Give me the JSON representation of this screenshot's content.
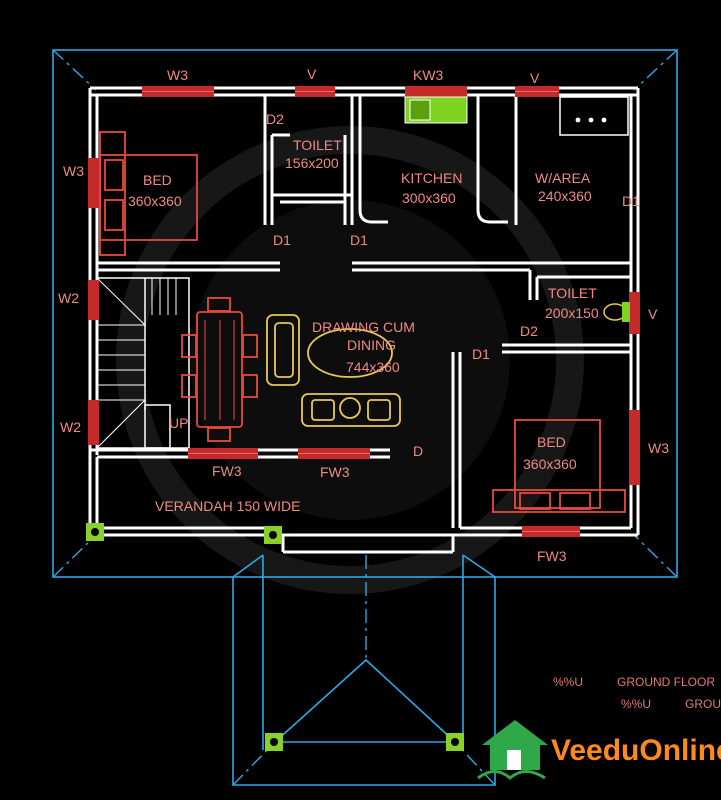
{
  "rooms": {
    "bed1": {
      "name": "BED",
      "size": "360x360"
    },
    "toilet1": {
      "name": "TOILET",
      "size": "156x200"
    },
    "kitchen": {
      "name": "KITCHEN",
      "size": "300x360"
    },
    "warea": {
      "name": "W/AREA",
      "size": "240x360"
    },
    "toilet2": {
      "name": "TOILET",
      "size": "200x150"
    },
    "drawing": {
      "line1": "DRAWING CUM",
      "line2": "DINING",
      "size": "744x360"
    },
    "bed2": {
      "name": "BED",
      "size": "360x360"
    },
    "verandah": "VERANDAH 150 WIDE"
  },
  "labels": {
    "w3": "W3",
    "v": "V",
    "kw3": "KW3",
    "w2": "W2",
    "d1": "D1",
    "d2": "D2",
    "d": "D",
    "fw3": "FW3",
    "up": "UP"
  },
  "legend": {
    "code1": "%%U",
    "text1": "GROUND FLOOR",
    "code2": "%%U",
    "text2": "GROU"
  },
  "brand": {
    "name": "VeeduOnline",
    "colors": {
      "text": "#ff8a1c",
      "logo": "#2fa84a"
    }
  },
  "colors": {
    "background": "#000000",
    "walls": "#ffffff",
    "roof": "#2aa8e8",
    "windows": "#c42a2a",
    "labels": "#f08a84",
    "furniture": "#e84a3a",
    "sofa": "#e8c85a",
    "posts": "#88d02a"
  }
}
